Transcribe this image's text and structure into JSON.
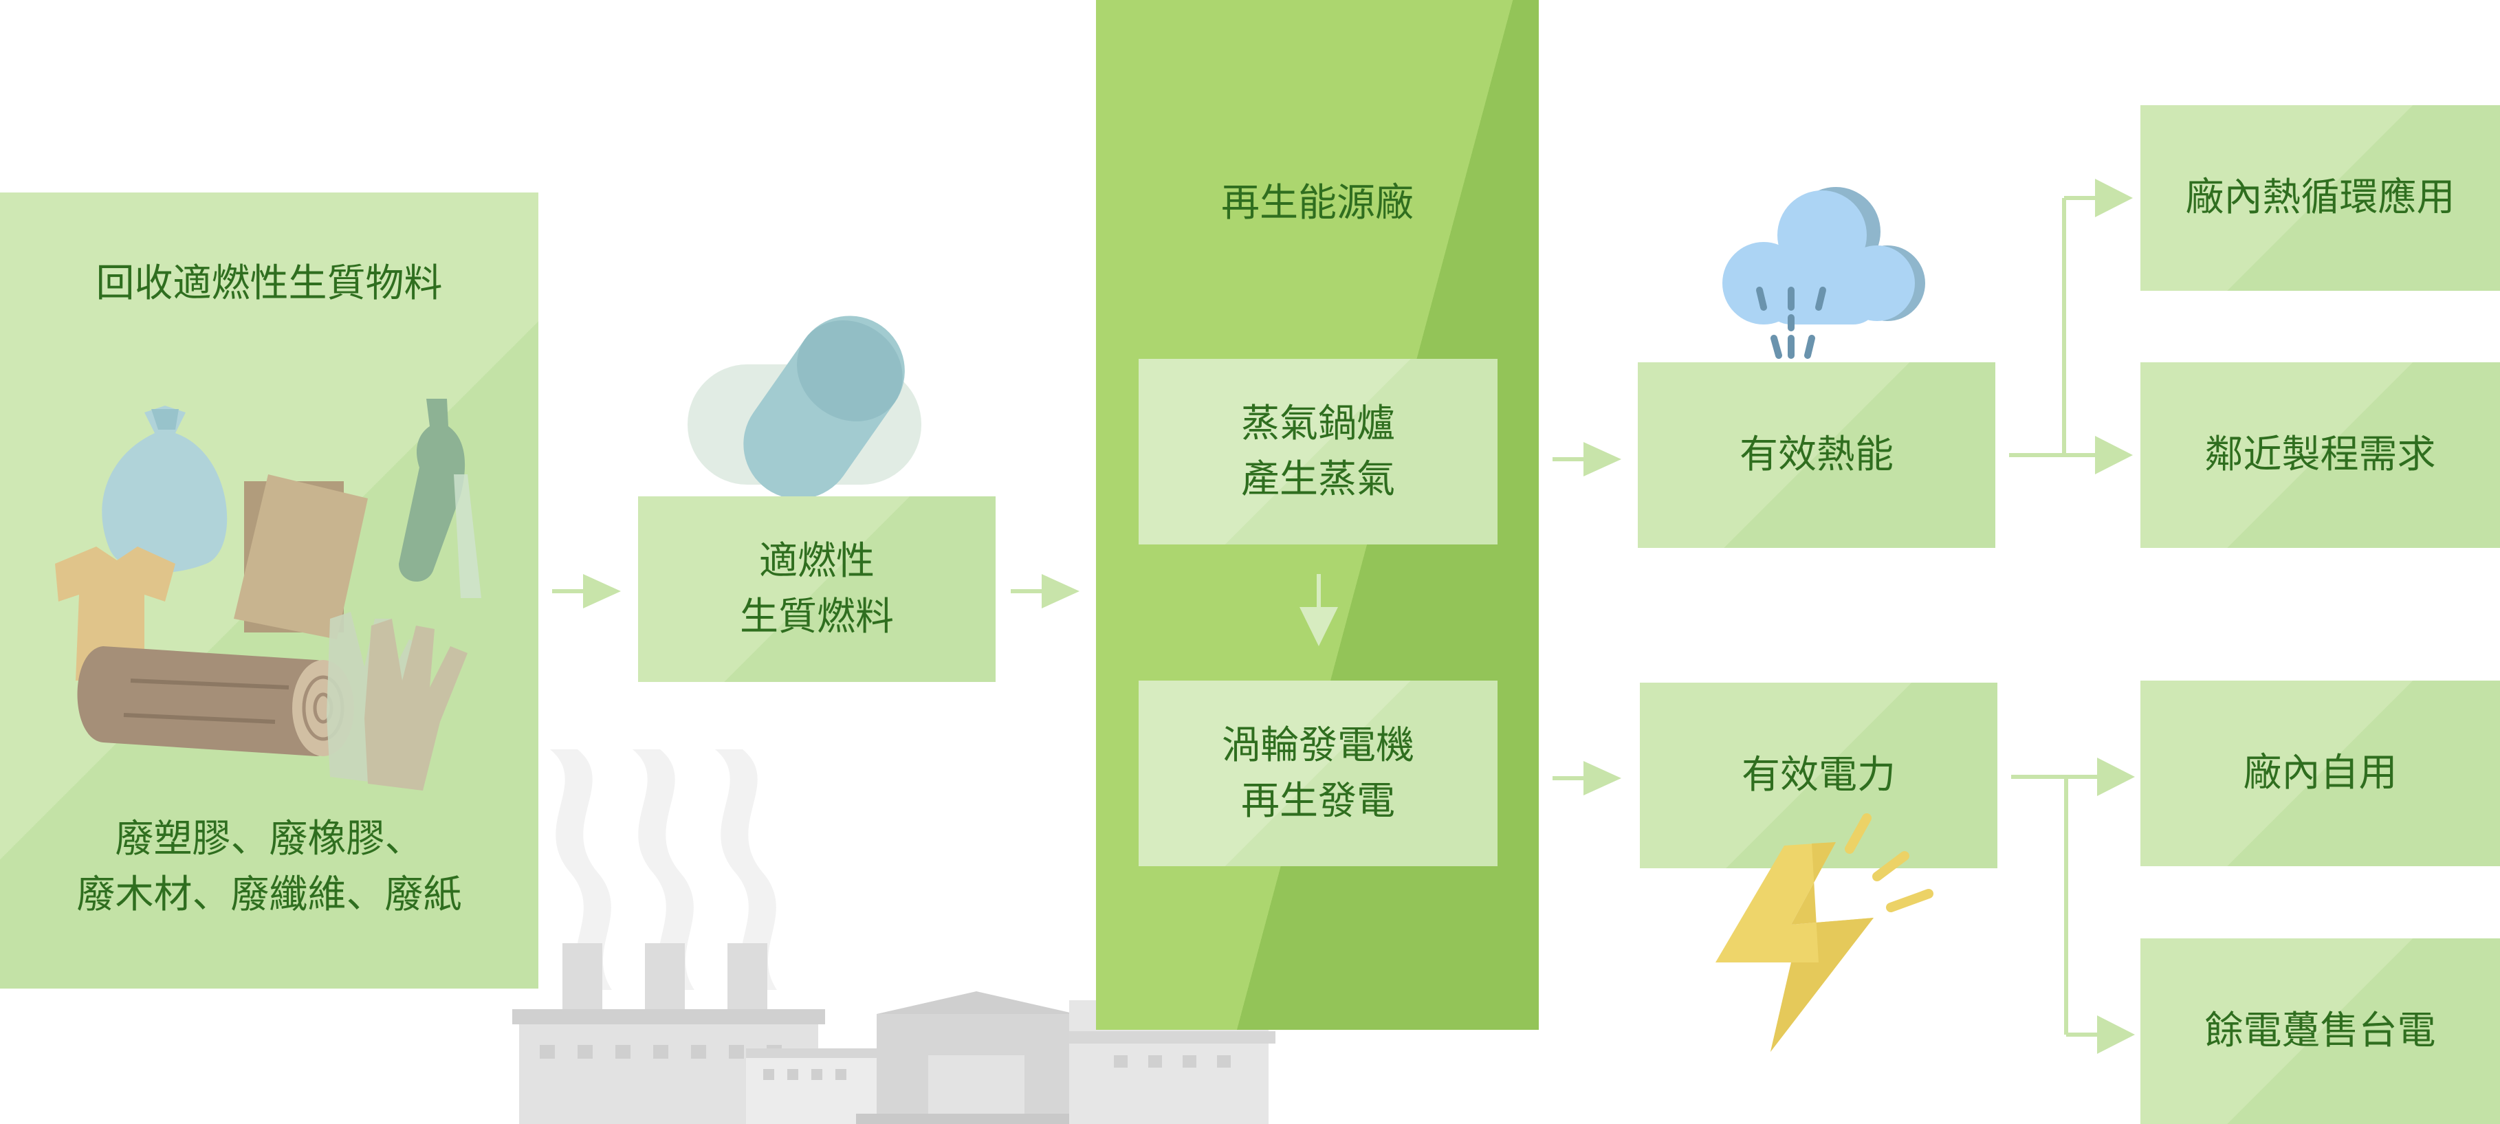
{
  "diagram": {
    "input_panel": {
      "title": "回收適燃性生質物料",
      "materials": "廢塑膠、廢橡膠、\n廢木材、廢纖維、廢紙"
    },
    "fuel_box": {
      "label": "適燃性\n生質燃料"
    },
    "plant": {
      "title": "再生能源廠",
      "boiler": "蒸氣鍋爐\n產生蒸氣",
      "turbine": "渦輪發電機\n再生發電"
    },
    "heat_box": {
      "label": "有效熱能"
    },
    "power_box": {
      "label": "有效電力"
    },
    "outputs": {
      "heat_recycle": "廠內熱循環應用",
      "nearby_process": "鄰近製程需求",
      "self_use": "廠內自用",
      "sell_power": "餘電躉售台電"
    }
  },
  "colors": {
    "light_green": "#cfe8b4",
    "mid_green": "#a9d36c",
    "dark_green_text": "#2f6e1f",
    "arrow_green": "#c8e4aa",
    "factory_gray": "#d9d9d9",
    "cloud_blue": "#a9d3f2",
    "bolt_yellow": "#ecd266"
  },
  "icons": {
    "materials": [
      "trash-bag-icon",
      "bottle-icon",
      "cardboard-icon",
      "tshirt-icon",
      "log-icon",
      "glove-icon"
    ],
    "fuel": "fuel-pellet-icon",
    "heat": "steam-cloud-icon",
    "power": "lightning-bolt-icon",
    "background": "factory-icon"
  }
}
